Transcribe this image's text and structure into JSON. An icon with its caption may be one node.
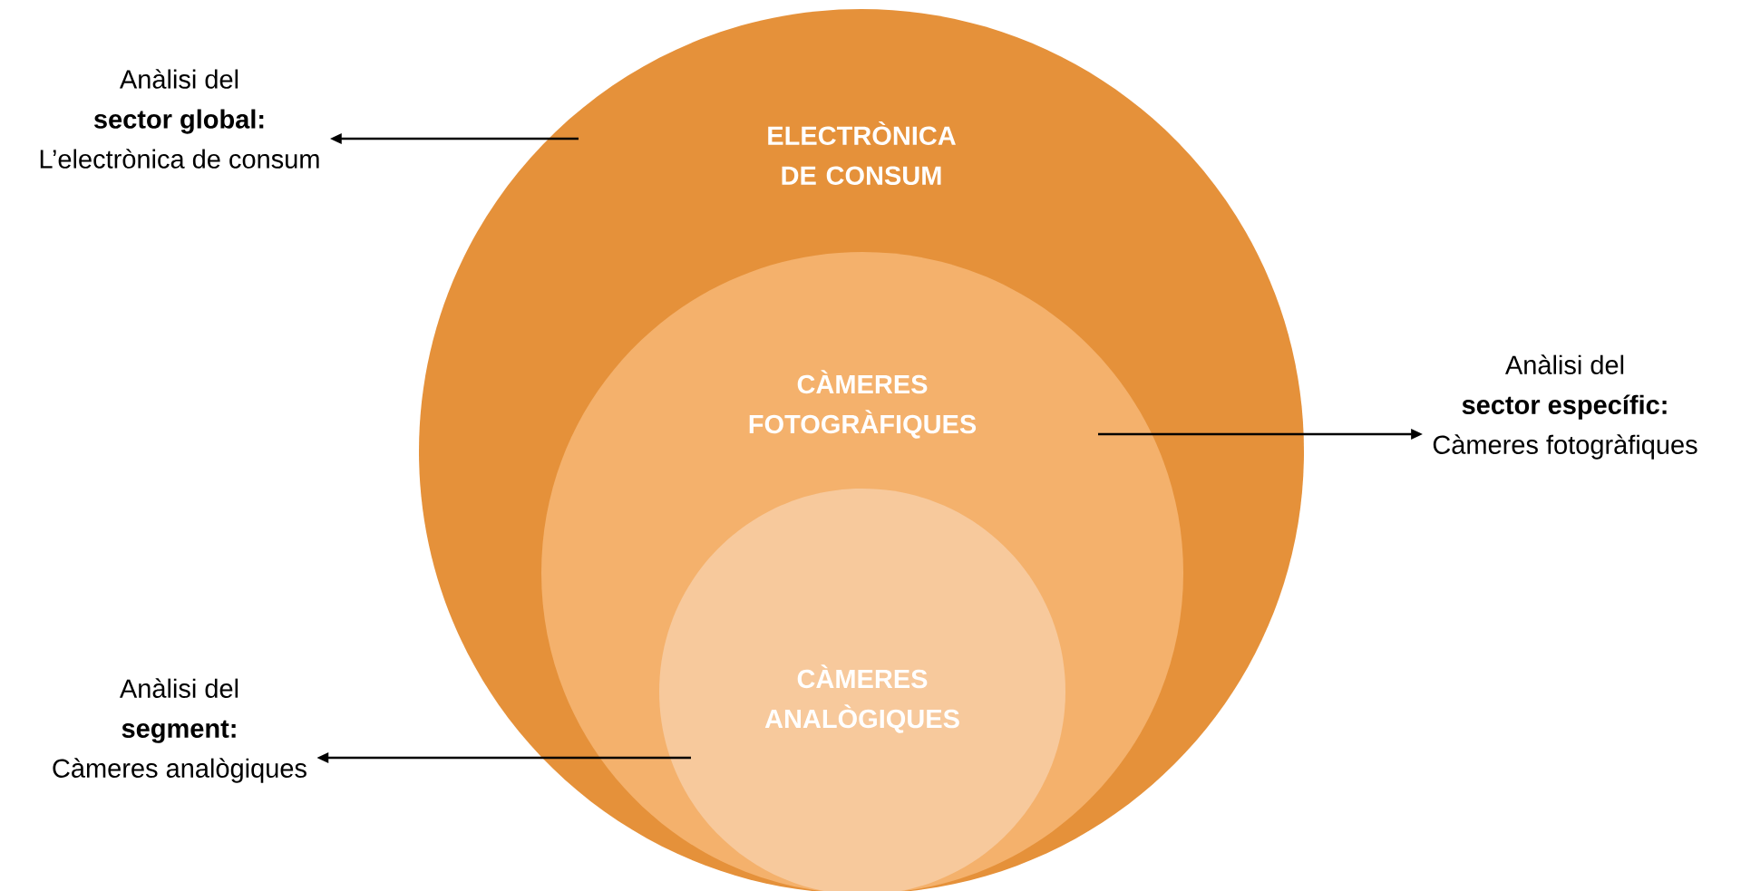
{
  "diagram": {
    "nodes": [
      {
        "text": [
          "ELECTRÒNICA DE CONSUM"
        ]
      },
      {
        "text": [
          "CÀMERES FOTOGRÀFIQUES"
        ],
        "in": 0
      },
      {
        "text": [
          "CÀMERES ANALÒGIQUES"
        ],
        "in": 1
      },
      {
        "text": [
          "Anàlisi del",
          "sector global:",
          "L’electrònica de consum"
        ]
      },
      {
        "text": [
          "Anàlisi del",
          "sector específic:",
          "Càmeres fotogràfiques"
        ]
      },
      {
        "text": [
          "Anàlisi del",
          "segment:",
          "Càmeres analògiques"
        ]
      }
    ],
    "edges": [
      {
        "from": 0,
        "to": 3,
        "arrow": "to"
      },
      {
        "from": 1,
        "to": 4,
        "arrow": "to"
      },
      {
        "from": 2,
        "to": 5,
        "arrow": "to"
      }
    ]
  }
}
